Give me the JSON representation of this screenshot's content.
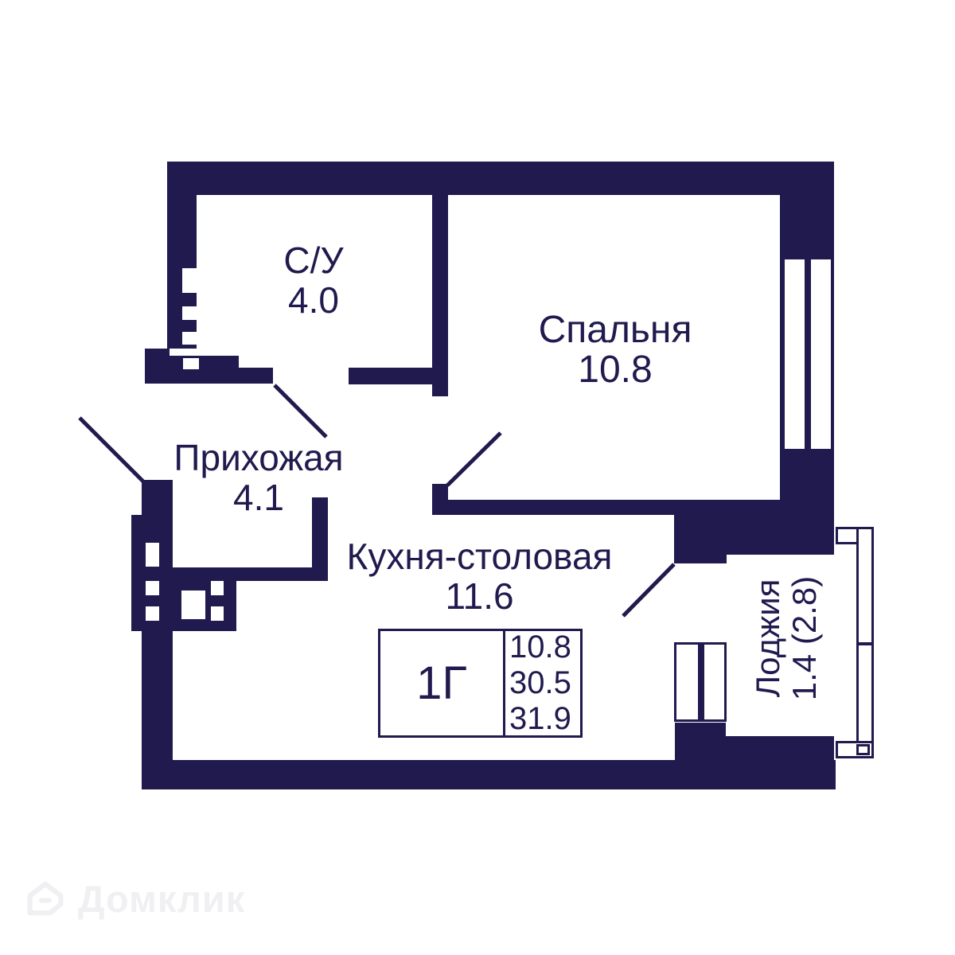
{
  "plan": {
    "rooms": [
      {
        "name": "С/У",
        "area": "4.0"
      },
      {
        "name": "Спальня",
        "area": "10.8"
      },
      {
        "name": "Прихожая",
        "area": "4.1"
      },
      {
        "name": "Кухня-столовая",
        "area": "11.6"
      },
      {
        "name": "Лоджия",
        "area": "1.4 (2.8)"
      }
    ],
    "stamp": {
      "unit_type": "1Г",
      "values": [
        "10.8",
        "30.5",
        "31.9"
      ]
    },
    "watermark": {
      "brand": "Домклик",
      "icon": "house-icon"
    },
    "colors": {
      "wall": "#201a4e",
      "text": "#201a4e",
      "watermark": "#f0f0f3",
      "background": "#ffffff"
    }
  }
}
